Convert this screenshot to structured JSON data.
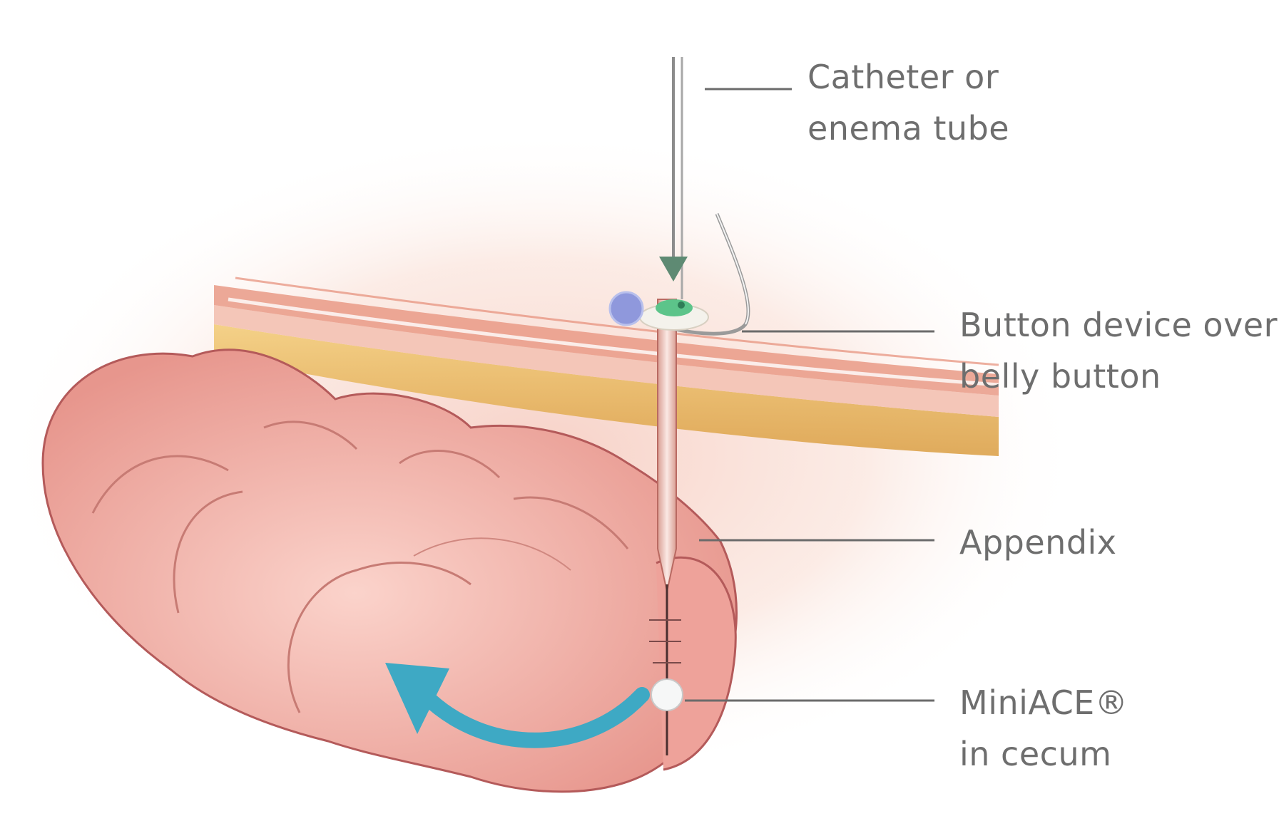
{
  "labels": {
    "catheter": {
      "line1": "Catheter or",
      "line2": "enema tube"
    },
    "button_device": {
      "line1": "Button device over",
      "line2": "belly button"
    },
    "appendix": {
      "line1": "Appendix"
    },
    "miniace": {
      "line1": "MiniACE®",
      "line2": "in cecum"
    }
  },
  "colors": {
    "background": "#ffffff",
    "label_text": "#6e6e6e",
    "leader_line": "#6b6b6b",
    "skin_fat": "#e9b760",
    "muscle": "#e89a87",
    "intestine": "#f0aaa2",
    "intestine_outline": "#b45a5a",
    "flow_arrow": "#3ea9c4",
    "button_green": "#5cc48a",
    "button_blue": "#8f98dc"
  }
}
